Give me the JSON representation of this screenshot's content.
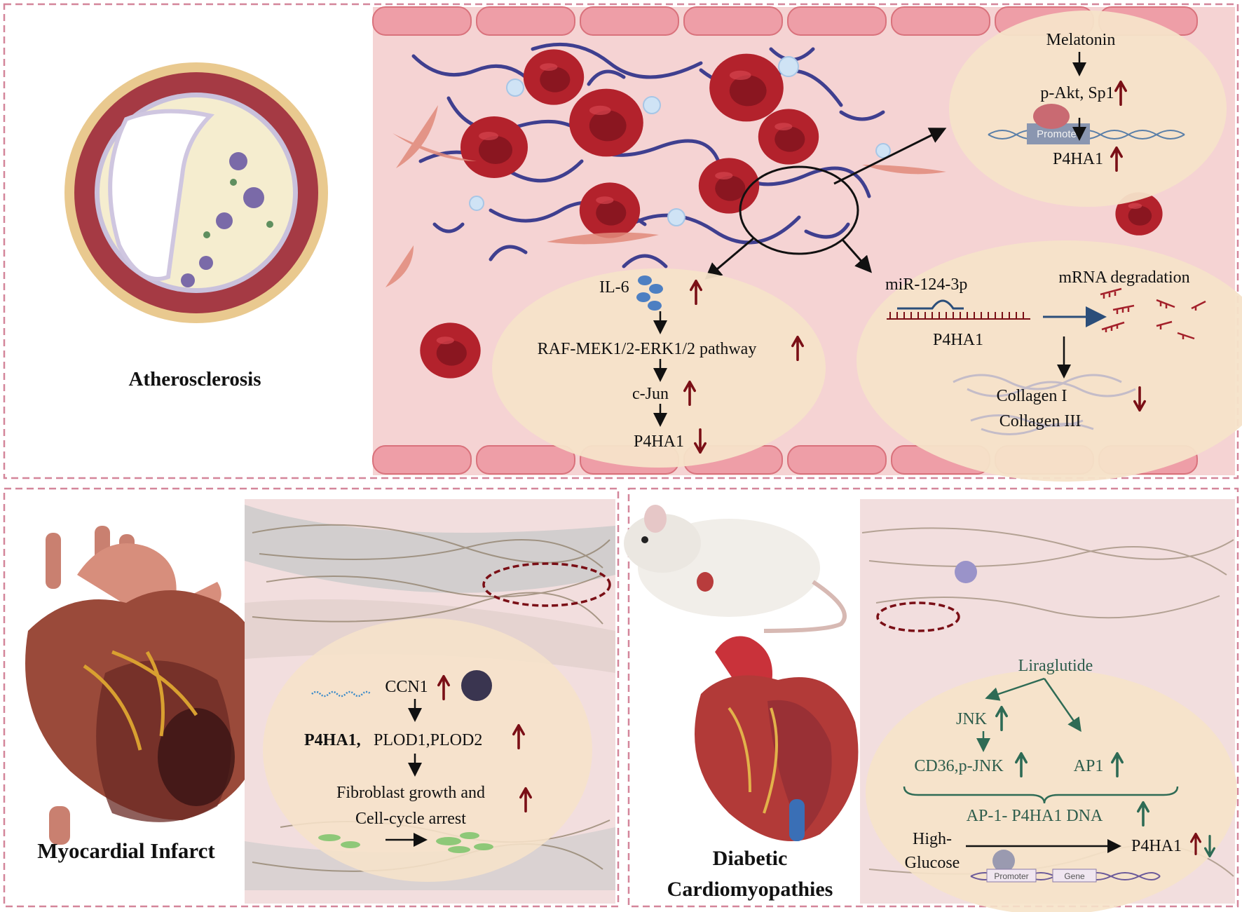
{
  "colors": {
    "up_arrow": "#7a0f16",
    "green_arrow": "#2e6b55",
    "green_text": "#2e5d4c",
    "panel_border": "#d4869a",
    "vessel_bg": "#f5d3d3",
    "oval": "#f6e3c9",
    "rbc": "#b3222c"
  },
  "atherosclerosis": {
    "title": "Atherosclerosis",
    "top_oval": {
      "melatonin": "Melatonin",
      "pakt_sp1": "p-Akt, Sp1",
      "promoter": "Promoter",
      "p4ha1": "P4HA1"
    },
    "left_oval": {
      "il6": "IL-6",
      "raf_pathway": "RAF-MEK1/2-ERK1/2 pathway",
      "cjun": "c-Jun",
      "p4ha1": "P4HA1"
    },
    "right_oval": {
      "mir": "miR-124-3p",
      "p4ha1": "P4HA1",
      "mrna_degradation": "mRNA degradation",
      "collagen1": "Collagen I",
      "collagen3": "Collagen III"
    }
  },
  "myocardial": {
    "title": "Myocardial Infarct",
    "ccn1": "CCN1",
    "p4ha1_bold": "P4HA1,",
    "plod": "PLOD1,PLOD2",
    "fibro1": "Fibroblast growth and",
    "fibro2": "Cell-cycle arrest"
  },
  "diabetic": {
    "title1": "Diabetic",
    "title2": "Cardiomyopathies",
    "liraglutide": "Liraglutide",
    "jnk": "JNK",
    "cd36": "CD36,p-JNK",
    "ap1": "AP1",
    "ap1_dna": "AP-1- P4HA1 DNA",
    "high": "High-",
    "glucose": "Glucose",
    "p4ha1": "P4HA1",
    "promoter": "Promoter",
    "gene": "Gene"
  }
}
